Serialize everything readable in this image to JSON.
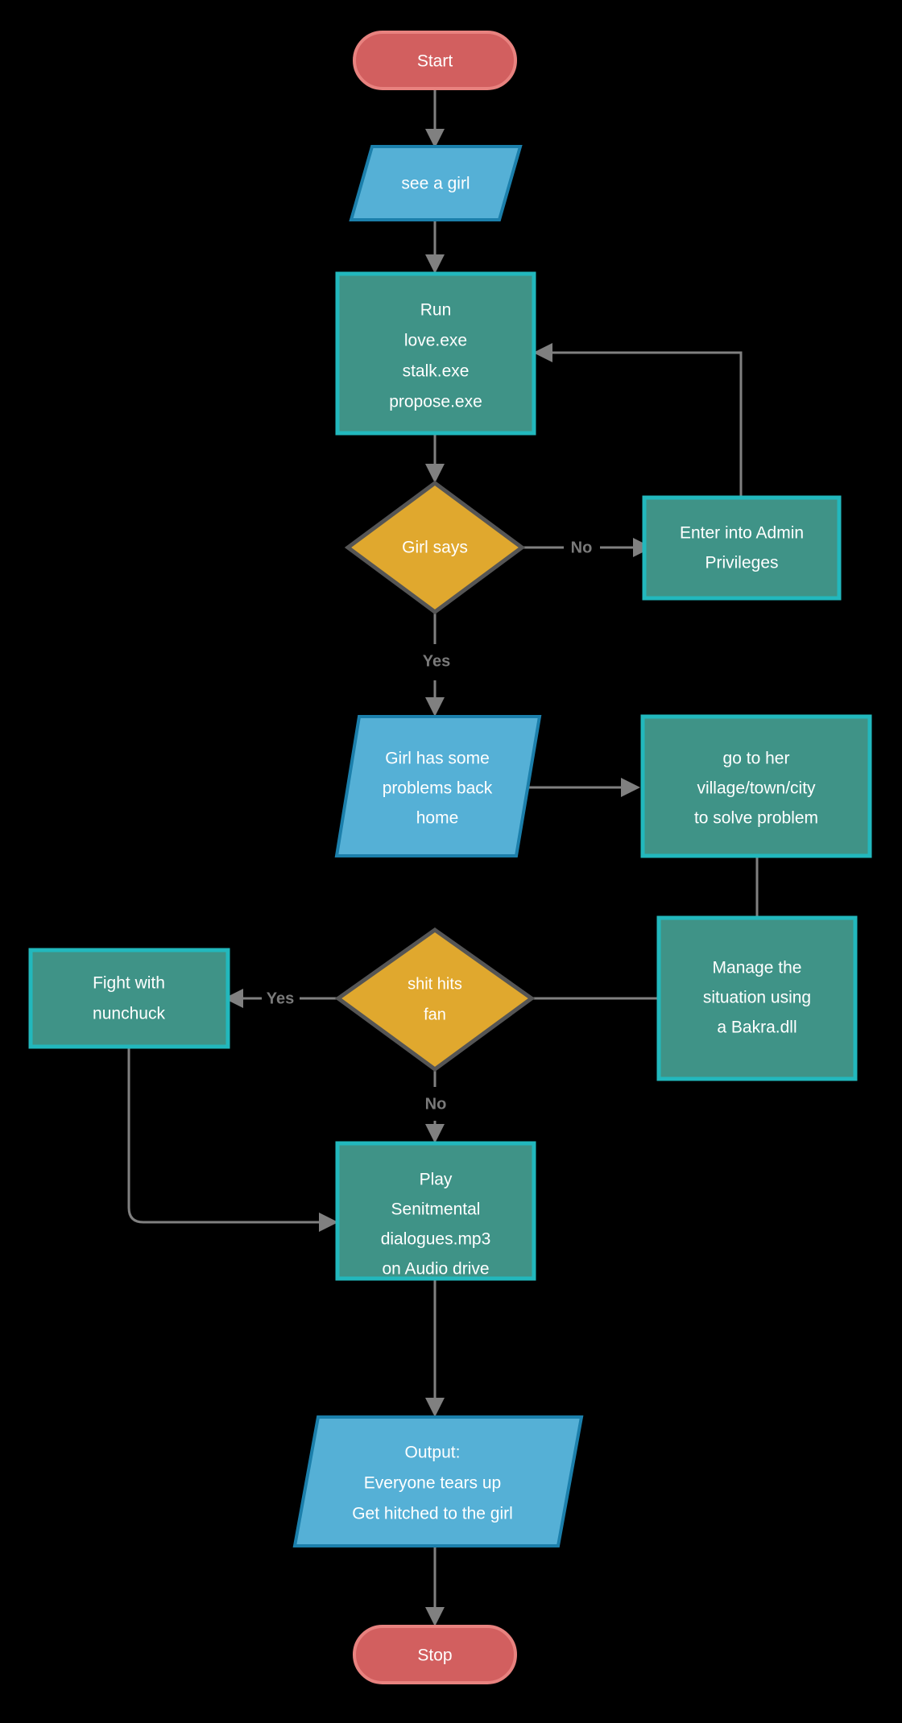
{
  "diagram": {
    "title": "Love flowchart",
    "background_color": "#000000",
    "palette": {
      "terminator_fill": "#d25f5f",
      "terminator_stroke": "#e8827f",
      "io_fill": "#55b0d6",
      "io_stroke": "#1b7fab",
      "process_fill": "#3f9387",
      "process_stroke": "#22b8bd",
      "decision_fill": "#e0a82e",
      "decision_stroke": "#555555",
      "edge_color": "#808080",
      "edge_label_color": "#7a7a7a",
      "node_text_color": "#ffffff"
    },
    "nodes": [
      {
        "id": "start",
        "type": "terminator",
        "label": "Start"
      },
      {
        "id": "see",
        "type": "io",
        "label": "see a girl"
      },
      {
        "id": "run",
        "type": "process",
        "label_lines": [
          "Run",
          "love.exe",
          "stalk.exe",
          "propose.exe"
        ]
      },
      {
        "id": "girlsays",
        "type": "decision",
        "label_lines": [
          "Girl says"
        ]
      },
      {
        "id": "admin",
        "type": "process",
        "label_lines": [
          "Enter into Admin",
          "Privileges"
        ]
      },
      {
        "id": "problems",
        "type": "io",
        "label_lines": [
          "Girl has some",
          "problems back",
          "home"
        ]
      },
      {
        "id": "village",
        "type": "process",
        "label_lines": [
          "go to her",
          "village/town/city",
          "to solve problem"
        ]
      },
      {
        "id": "manage",
        "type": "process",
        "label_lines": [
          "Manage the",
          "situation using",
          "a Bakra.dll"
        ]
      },
      {
        "id": "shit",
        "type": "decision",
        "label_lines": [
          "shit hits",
          "fan"
        ]
      },
      {
        "id": "fight",
        "type": "process",
        "label_lines": [
          "Fight with",
          "nunchuck"
        ]
      },
      {
        "id": "play",
        "type": "process",
        "label_lines": [
          "Play",
          "Senitmental",
          "dialogues.mp3",
          "on Audio drive"
        ]
      },
      {
        "id": "output",
        "type": "io",
        "label_lines": [
          "Output:",
          "Everyone tears up",
          "Get hitched to the girl"
        ]
      },
      {
        "id": "stop",
        "type": "terminator",
        "label": "Stop"
      }
    ],
    "edges": [
      {
        "id": "e1",
        "from": "start",
        "to": "see",
        "label": ""
      },
      {
        "id": "e2",
        "from": "see",
        "to": "run",
        "label": ""
      },
      {
        "id": "e3",
        "from": "run",
        "to": "girlsays",
        "label": ""
      },
      {
        "id": "e4",
        "from": "girlsays",
        "to": "admin",
        "label": "No"
      },
      {
        "id": "e5",
        "from": "admin",
        "to": "run",
        "label": ""
      },
      {
        "id": "e6",
        "from": "girlsays",
        "to": "problems",
        "label": "Yes"
      },
      {
        "id": "e7",
        "from": "problems",
        "to": "village",
        "label": ""
      },
      {
        "id": "e8",
        "from": "village",
        "to": "manage",
        "label": ""
      },
      {
        "id": "e9",
        "from": "manage",
        "to": "shit",
        "label": ""
      },
      {
        "id": "e10",
        "from": "shit",
        "to": "fight",
        "label": "Yes"
      },
      {
        "id": "e11",
        "from": "shit",
        "to": "play",
        "label": "No"
      },
      {
        "id": "e12",
        "from": "fight",
        "to": "play",
        "label": ""
      },
      {
        "id": "e13",
        "from": "play",
        "to": "output",
        "label": ""
      },
      {
        "id": "e14",
        "from": "output",
        "to": "stop",
        "label": ""
      }
    ],
    "edge_labels": {
      "no_1": "No",
      "yes_1": "Yes",
      "yes_2": "Yes",
      "no_2": "No"
    },
    "text": {
      "start": "Start",
      "see_a_girl": "see a girl",
      "run_1": "Run",
      "run_2": "love.exe",
      "run_3": "stalk.exe",
      "run_4": "propose.exe",
      "girl_says": "Girl says",
      "admin_1": "Enter into Admin",
      "admin_2": "Privileges",
      "problems_1": "Girl has some",
      "problems_2": "problems back",
      "problems_3": "home",
      "village_1": "go to her",
      "village_2": "village/town/city",
      "village_3": "to solve problem",
      "manage_1": "Manage the",
      "manage_2": "situation using",
      "manage_3": "a Bakra.dll",
      "shit_1": "shit hits",
      "shit_2": "fan",
      "fight_1": "Fight with",
      "fight_2": "nunchuck",
      "play_1": "Play",
      "play_2": "Senitmental",
      "play_3": "dialogues.mp3",
      "play_4": "on Audio drive",
      "output_1": "Output:",
      "output_2": "Everyone tears up",
      "output_3": "Get hitched to the girl",
      "stop": "Stop"
    }
  }
}
